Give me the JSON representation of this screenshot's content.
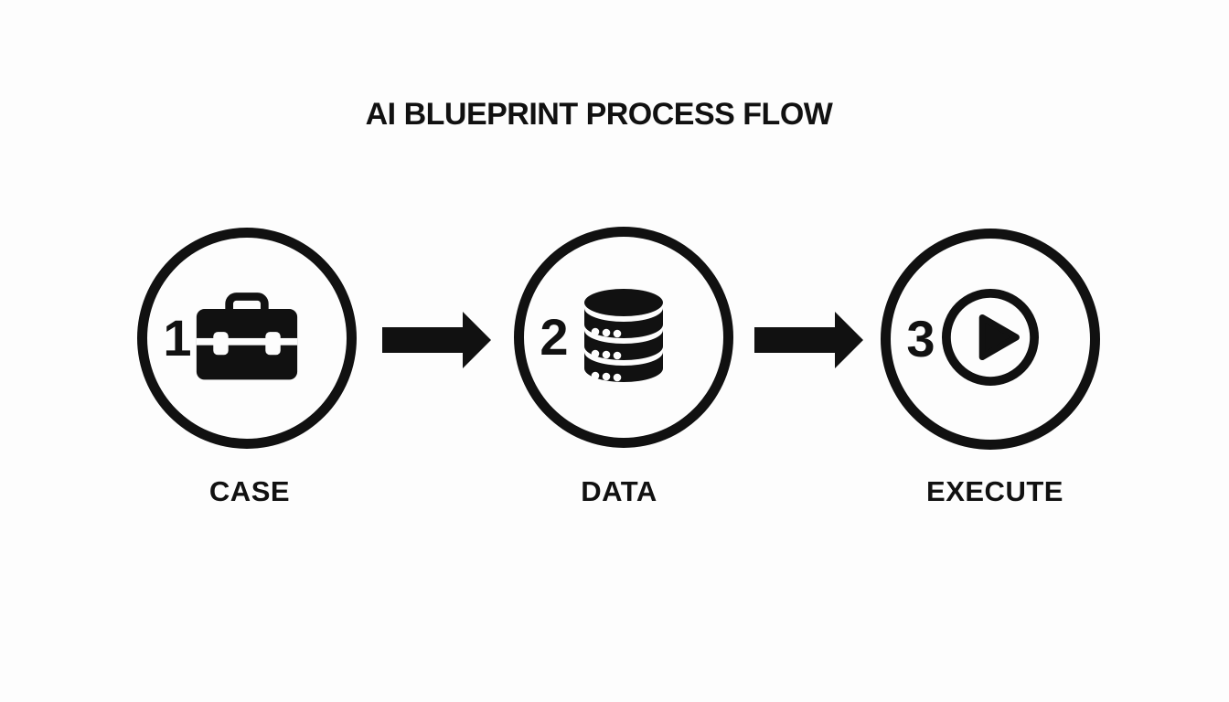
{
  "title": "AI BLUEPRINT PROCESS FLOW",
  "flow": {
    "steps": [
      {
        "number": "1",
        "label": "CASE",
        "icon": "briefcase-icon"
      },
      {
        "number": "2",
        "label": "DATA",
        "icon": "database-icon"
      },
      {
        "number": "3",
        "label": "EXECUTE",
        "icon": "play-icon"
      }
    ],
    "connectors": [
      {
        "from": "CASE",
        "to": "DATA",
        "shape": "solid-block-arrow-right"
      },
      {
        "from": "DATA",
        "to": "EXECUTE",
        "shape": "solid-block-arrow-right"
      }
    ]
  },
  "colors": {
    "ink": "#111111",
    "background": "#fdfdfd"
  }
}
